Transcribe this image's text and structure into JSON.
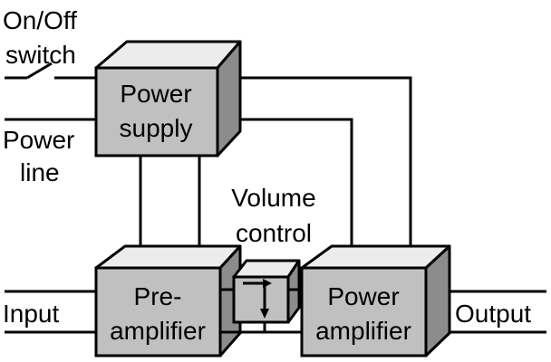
{
  "labels": {
    "on_off_line1": "On/Off",
    "on_off_line2": "switch",
    "power_line1": "Power",
    "power_line2": "line",
    "volume_line1": "Volume",
    "volume_line2": "control",
    "input": "Input",
    "output": "Output"
  },
  "blocks": {
    "power_supply": {
      "line1": "Power",
      "line2": "supply"
    },
    "preamplifier": {
      "line1": "Pre-",
      "line2": "amplifier"
    },
    "power_amplifier": {
      "line1": "Power",
      "line2": "amplifier"
    }
  },
  "colors": {
    "box_front": "#c0c0c0",
    "box_top": "#ececec",
    "box_side": "#8c8c8c",
    "line": "#000000"
  }
}
